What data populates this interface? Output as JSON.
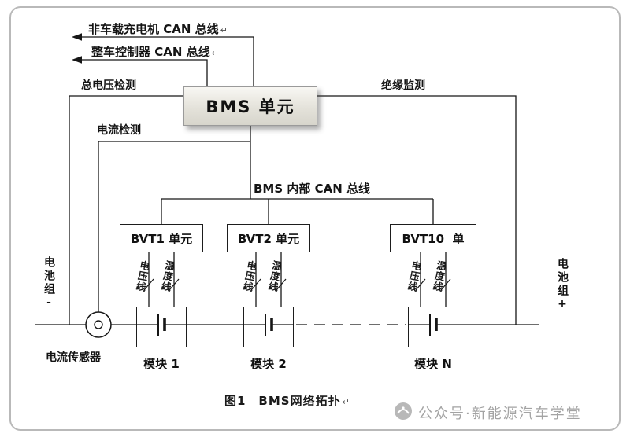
{
  "colors": {
    "line": "#161616",
    "watermark_text": "#a3a3a3",
    "bms_box_fill": "#e4e2da"
  },
  "top_arrows": [
    {
      "label": "非车载充电机 CAN 总线"
    },
    {
      "label": "整车控制器 CAN 总线"
    }
  ],
  "bms": {
    "label": "BMS 单元"
  },
  "measurements": {
    "total_voltage": "总电压检测",
    "current": "电流检测",
    "insulation": "绝缘监测"
  },
  "internal_bus": {
    "label": "BMS 内部 CAN 总线"
  },
  "bvt_units": [
    {
      "label": "BVT1 单元"
    },
    {
      "label": "BVT2 单元"
    },
    {
      "label": "BVT10  单"
    }
  ],
  "sense": {
    "voltage": "电压线",
    "temperature": "温度线"
  },
  "modules": [
    {
      "label": "模块 1"
    },
    {
      "label": "模块 2"
    },
    {
      "label": "模块 N"
    }
  ],
  "pack": {
    "negative": "电池组-",
    "positive": "电池组+"
  },
  "current_sensor": {
    "label": "电流传感器"
  },
  "caption": {
    "label": "图1　BMS网络拓扑"
  },
  "marks": {
    "return": "↵"
  },
  "watermark": {
    "label": "公众号·新能源汽车学堂"
  }
}
